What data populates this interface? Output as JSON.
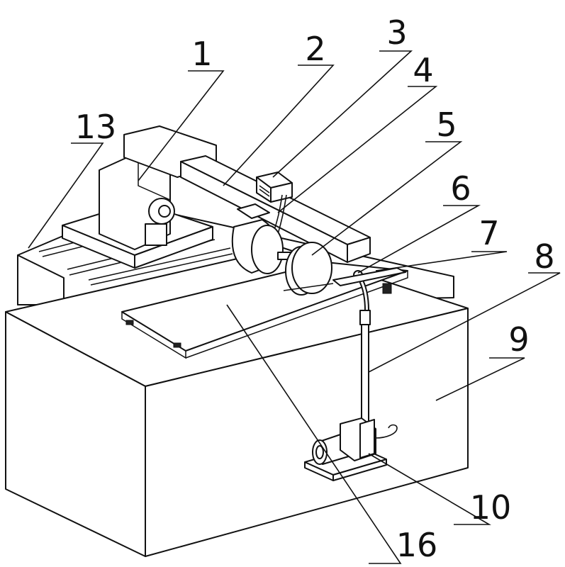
{
  "callouts": [
    {
      "id": "1",
      "text": "1"
    },
    {
      "id": "2",
      "text": "2"
    },
    {
      "id": "3",
      "text": "3"
    },
    {
      "id": "4",
      "text": "4"
    },
    {
      "id": "5",
      "text": "5"
    },
    {
      "id": "6",
      "text": "6"
    },
    {
      "id": "7",
      "text": "7"
    },
    {
      "id": "8",
      "text": "8"
    },
    {
      "id": "9",
      "text": "9"
    },
    {
      "id": "10",
      "text": "10"
    },
    {
      "id": "13",
      "text": "13"
    },
    {
      "id": "16",
      "text": "16"
    }
  ],
  "style": {
    "line_color": "#111111",
    "background": "#ffffff"
  }
}
